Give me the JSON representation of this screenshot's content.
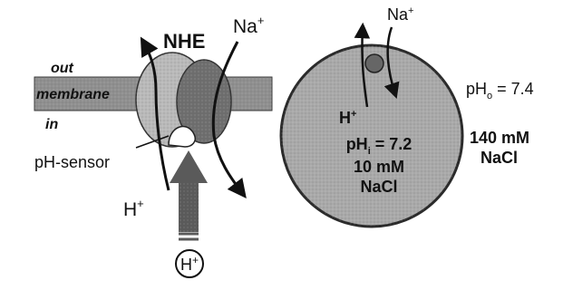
{
  "colors": {
    "ink": "#111111",
    "membrane_fill": "#8f8f8f",
    "protein_fill": "#b9b9b9",
    "subunit_fill": "#6e6e6e",
    "cell_fill": "#a9a9a9",
    "cell_outline": "#2a2a2a",
    "background": "#ffffff"
  },
  "exchanger": {
    "title": "NHE",
    "na_ion": {
      "base": "Na",
      "sup": "+"
    },
    "h_ion": {
      "base": "H",
      "sup": "+"
    },
    "out_label": "out",
    "membrane_label": "membrane",
    "in_label": "in",
    "sensor_label": "pH-sensor",
    "proton_circle": {
      "base": "H",
      "sup": "+"
    }
  },
  "cell": {
    "na_ion": {
      "base": "Na",
      "sup": "+"
    },
    "h_ion": {
      "base": "H",
      "sup": "+"
    },
    "ph_inside": {
      "base": "pH",
      "sub": "i",
      "rest": " = 7.2"
    },
    "salt_inside_1": "10 mM",
    "salt_inside_2": "NaCl",
    "ph_outside": {
      "base": "pH",
      "sub": "o",
      "rest": " = 7.4"
    },
    "salt_outside_1": "140 mM",
    "salt_outside_2": "NaCl"
  }
}
